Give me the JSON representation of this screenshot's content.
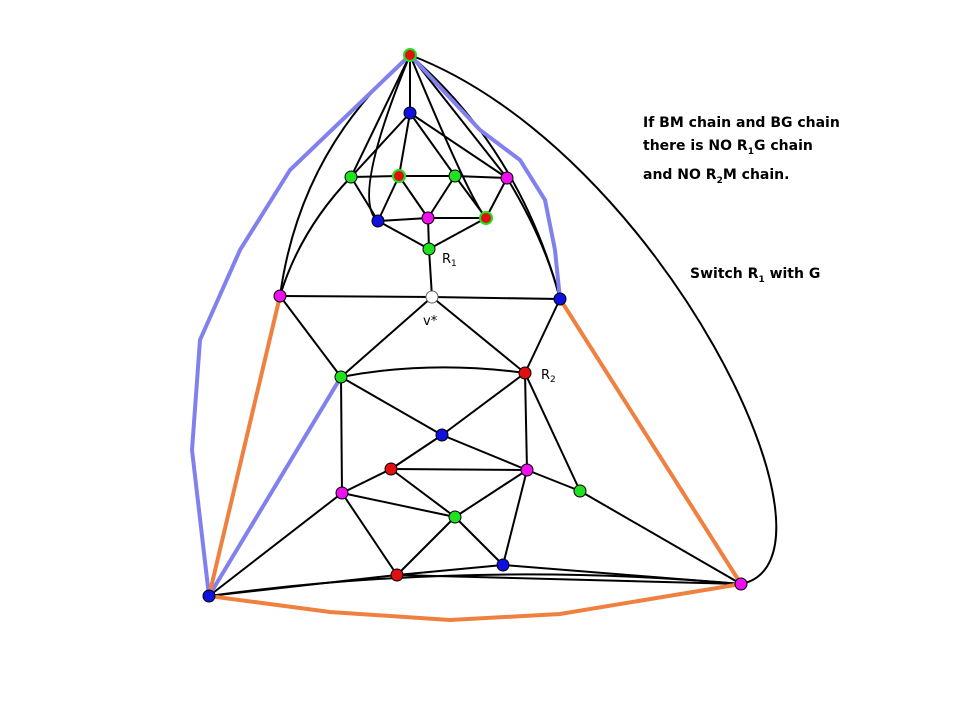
{
  "colors": {
    "edge": "#000000",
    "blue_chain": "#8080ee",
    "orange_chain": "#f08040",
    "vertex_blue": "#1010e0",
    "vertex_red": "#e01010",
    "vertex_green": "#20e020",
    "vertex_magenta": "#ee10ee",
    "vertex_uncolored": "#ffffff"
  },
  "caption": {
    "line1": "If BM chain and BG chain",
    "line2_pre": "there is NO R",
    "line2_sub": "1",
    "line2_post": "G chain",
    "line3_pre": "and NO R",
    "line3_sub": "2",
    "line3_post": "M chain."
  },
  "instruction": {
    "pre": "Switch R",
    "sub": "1",
    "post": " with G"
  },
  "labels": {
    "r1": {
      "main": "R",
      "sub": "1"
    },
    "r2": {
      "main": "R",
      "sub": "2"
    },
    "vstar": "v*"
  },
  "vertices": [
    {
      "id": "top",
      "color": "red_green"
    },
    {
      "id": "b1",
      "color": "blue"
    },
    {
      "id": "g1",
      "color": "green"
    },
    {
      "id": "r1",
      "color": "red_green"
    },
    {
      "id": "g2",
      "color": "green"
    },
    {
      "id": "m1",
      "color": "magenta"
    },
    {
      "id": "b2",
      "color": "blue"
    },
    {
      "id": "m2",
      "color": "magenta"
    },
    {
      "id": "r3",
      "color": "red_green"
    },
    {
      "id": "gR1",
      "color": "green"
    },
    {
      "id": "mL",
      "color": "magenta"
    },
    {
      "id": "vstar",
      "color": "uncolored"
    },
    {
      "id": "bR",
      "color": "blue"
    },
    {
      "id": "gL",
      "color": "green"
    },
    {
      "id": "rR2",
      "color": "red"
    },
    {
      "id": "b3",
      "color": "blue"
    },
    {
      "id": "r4",
      "color": "red"
    },
    {
      "id": "m3",
      "color": "magenta"
    },
    {
      "id": "m4",
      "color": "magenta"
    },
    {
      "id": "g3",
      "color": "green"
    },
    {
      "id": "g4",
      "color": "green"
    },
    {
      "id": "r5",
      "color": "red"
    },
    {
      "id": "b4",
      "color": "blue"
    },
    {
      "id": "bBL",
      "color": "blue"
    },
    {
      "id": "mBR",
      "color": "magenta"
    }
  ]
}
